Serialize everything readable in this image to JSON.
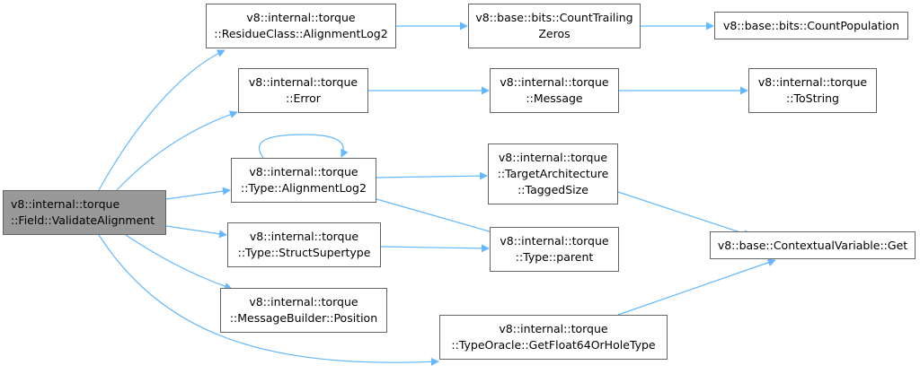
{
  "graph": {
    "nodes": [
      {
        "id": "n0",
        "lines": [
          "v8::internal::torque",
          "::Field::ValidateAlignment"
        ]
      },
      {
        "id": "n1",
        "lines": [
          "v8::internal::torque",
          "::ResidueClass::AlignmentLog2"
        ]
      },
      {
        "id": "n2",
        "lines": [
          "v8::base::bits::CountTrailing",
          "Zeros"
        ]
      },
      {
        "id": "n3",
        "lines": [
          "v8::base::bits::CountPopulation"
        ]
      },
      {
        "id": "n4",
        "lines": [
          "v8::internal::torque",
          "::Error"
        ]
      },
      {
        "id": "n5",
        "lines": [
          "v8::internal::torque",
          "::Message"
        ]
      },
      {
        "id": "n6",
        "lines": [
          "v8::internal::torque",
          "::ToString"
        ]
      },
      {
        "id": "n7",
        "lines": [
          "v8::internal::torque",
          "::Type::AlignmentLog2"
        ]
      },
      {
        "id": "n8",
        "lines": [
          "v8::internal::torque",
          "::TargetArchitecture",
          "::TaggedSize"
        ]
      },
      {
        "id": "n9",
        "lines": [
          "v8::base::ContextualVariable::Get"
        ]
      },
      {
        "id": "n10",
        "lines": [
          "v8::internal::torque",
          "::Type::StructSupertype"
        ]
      },
      {
        "id": "n11",
        "lines": [
          "v8::internal::torque",
          "::Type::parent"
        ]
      },
      {
        "id": "n12",
        "lines": [
          "v8::internal::torque",
          "::MessageBuilder::Position"
        ]
      },
      {
        "id": "n13",
        "lines": [
          "v8::internal::torque",
          "::TypeOracle::GetFloat64OrHoleType"
        ]
      }
    ],
    "edges": [
      {
        "from": "n0",
        "to": "n1"
      },
      {
        "from": "n0",
        "to": "n4"
      },
      {
        "from": "n0",
        "to": "n7"
      },
      {
        "from": "n0",
        "to": "n10"
      },
      {
        "from": "n0",
        "to": "n12"
      },
      {
        "from": "n0",
        "to": "n13"
      },
      {
        "from": "n1",
        "to": "n2"
      },
      {
        "from": "n2",
        "to": "n3"
      },
      {
        "from": "n4",
        "to": "n5"
      },
      {
        "from": "n5",
        "to": "n6"
      },
      {
        "from": "n7",
        "to": "n7"
      },
      {
        "from": "n7",
        "to": "n8"
      },
      {
        "from": "n7",
        "to": "n11"
      },
      {
        "from": "n8",
        "to": "n9"
      },
      {
        "from": "n10",
        "to": "n11"
      },
      {
        "from": "n13",
        "to": "n9"
      }
    ],
    "colors": {
      "edge": "#63b8ff",
      "node_border": "#666666",
      "root_fill": "#999999",
      "node_fill": "#ffffff"
    }
  }
}
